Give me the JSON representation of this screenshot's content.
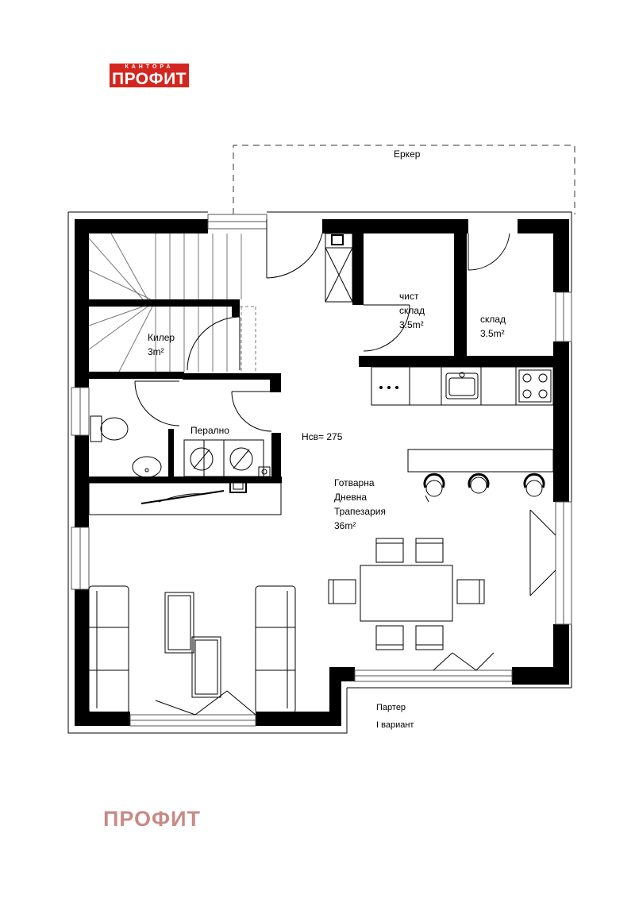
{
  "logo": {
    "top_text": "КАНТОРА",
    "main_text": "ПРОФИТ"
  },
  "watermark": "ПРОФИТ",
  "labels": {
    "erker": "Еркер",
    "chist_1": "чист",
    "chist_2": "склад",
    "chist_3": "3.5m²",
    "sklad_1": "склад",
    "sklad_2": "3.5m²",
    "kiler_1": "Килер",
    "kiler_2": "3m²",
    "peralno": "Перално",
    "height": "Нсв= 275",
    "living_1": "Готварна",
    "living_2": "Дневна",
    "living_3": "Трапезария",
    "living_4": "36m²",
    "floor_1": "Партер",
    "floor_2": "I вариант"
  },
  "colors": {
    "logo_red": "#d4261f",
    "watermark": "#c98a84",
    "wall": "#000000"
  }
}
